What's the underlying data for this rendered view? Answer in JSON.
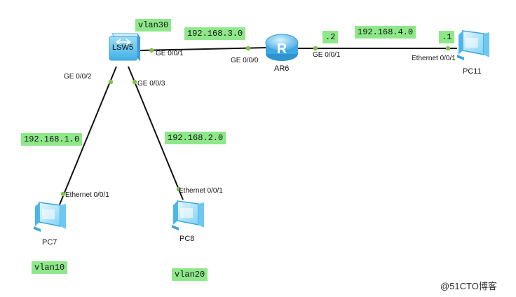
{
  "devices": {
    "switch": {
      "name": "LSW5",
      "icon": "switch-icon"
    },
    "router": {
      "name": "AR6",
      "icon": "router-icon"
    },
    "pc11": {
      "name": "PC11",
      "icon": "pc-icon"
    },
    "pc7": {
      "name": "PC7",
      "icon": "pc-icon"
    },
    "pc8": {
      "name": "PC8",
      "icon": "pc-icon"
    }
  },
  "networks": {
    "vlan30": "vlan30",
    "net3": "192.168.3.0",
    "net4": "192.168.4.0",
    "net1": "192.168.1.0",
    "net2": "192.168.2.0",
    "vlan10": "vlan10",
    "vlan20": "vlan20",
    "host2": ".2",
    "host1": ".1"
  },
  "ports": {
    "sw_ge001": "GE 0/0/1",
    "sw_ge002": "GE 0/0/2",
    "sw_ge003": "GE 0/0/3",
    "r_ge000": "GE 0/0/0",
    "r_ge001": "GE 0/0/1",
    "pc11_eth": "Ethernet 0/0/1",
    "pc7_eth": "Ethernet 0/0/1",
    "pc8_eth": "Ethernet 0/0/1"
  },
  "watermark": "@51CTO博客",
  "colors": {
    "label_bg": "#8ee88a",
    "port_dot": "#7fc24a",
    "link": "#111111",
    "device_blue": "#5cc4f0"
  }
}
